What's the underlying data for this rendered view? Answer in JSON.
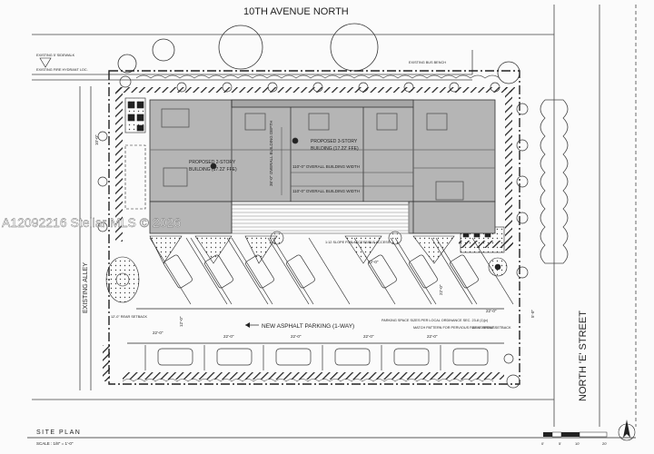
{
  "streets": {
    "top": "10TH AVENUE NORTH",
    "right": "NORTH 'E' STREET",
    "left": "EXISTING ALLEY"
  },
  "parking_label": "NEW ASPHALT PARKING (1-WAY)",
  "buildings": {
    "a_line1": "PROPOSED 2-STORY",
    "a_line2": "BUILDING (17.22' FFE)",
    "b_line1": "PROPOSED 3-STORY",
    "b_line2": "BUILDING (17.22' FFE)",
    "depth_label": "36'-0\" OVERALL BUILDING DEPTH",
    "width_label1": "110'-0\" OVERALL BUILDING WIDTH",
    "width_label2": "110'-0\" OVERALL BUILDING WIDTH"
  },
  "dims": {
    "d22_a": "22'-0\"",
    "d22_b": "22'-0\"",
    "d22_c": "22'-0\"",
    "d22_d": "22'-0\"",
    "d22_e": "22'-0\"",
    "d12": "12'-0\"",
    "d22_f": "22'-0\"",
    "d22_g": "22'-0\"",
    "d22_h": "22'-0\"",
    "d5": "5'-0\"",
    "d10": "10'-0\""
  },
  "notes": {
    "rear_setback": "12'-0\" REAR SETBACK",
    "front_setback": "22'-0\" FRONT SETBACK",
    "slope_note": "1:12 SLOPE FOR ACCESSIBLE ACCESS",
    "existing_sidewalk": "EXISTING 5' SIDEWALK",
    "existing_hydrant": "EXISTING FIRE HYDRANT LOC.",
    "existing_bus": "EXISTING BUS BENCH",
    "parking_note": "PARKING SPACE SIZES PER LOCAL ORDINANCE SEC. 23-8 (1)(c)",
    "match_note": "MATCH PATTERN FOR PERVIOUS PAVING AREAS"
  },
  "title": "SITE PLAN",
  "scale": "SCALE : 1/8\" = 1'-0\"",
  "scale_bar": [
    "0'",
    "5'",
    "10'",
    "20'"
  ],
  "watermark": "A12092216  Stellar MLS © 2026"
}
